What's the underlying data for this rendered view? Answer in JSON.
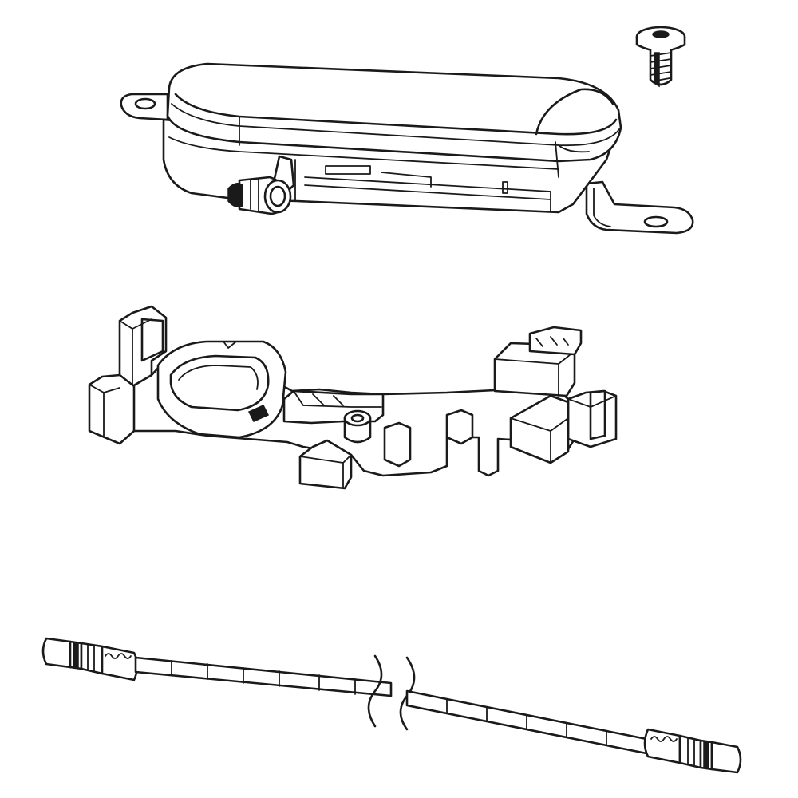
{
  "diagram": {
    "parts": [
      {
        "id": "screw",
        "icon": "screw-icon"
      },
      {
        "id": "cover",
        "icon": "battery-cover-icon"
      },
      {
        "id": "mount",
        "icon": "mounting-bracket-icon"
      },
      {
        "id": "cable",
        "icon": "cable-icon"
      }
    ],
    "colors": {
      "line": "#1a1a1a",
      "background": "#ffffff"
    }
  }
}
